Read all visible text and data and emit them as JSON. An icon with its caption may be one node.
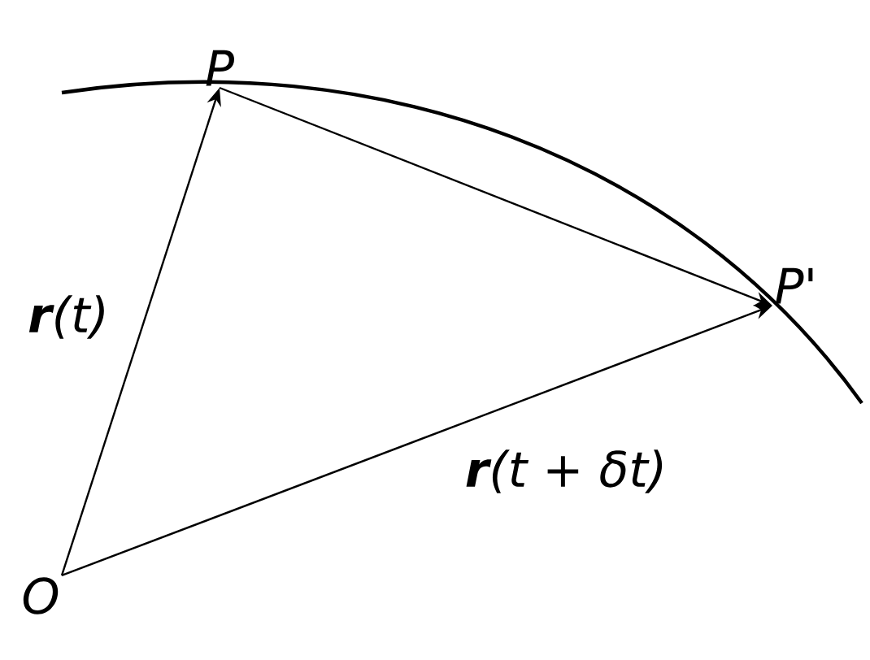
{
  "diagram": {
    "nodes": [
      {
        "text": [
          "O"
        ]
      },
      {
        "text": [
          "P"
        ]
      },
      {
        "text": [
          "P'"
        ]
      }
    ],
    "edges": [
      {
        "from": 0,
        "to": 1,
        "arrow": "to",
        "label": "**r**(t)"
      },
      {
        "from": 0,
        "to": 2,
        "arrow": "to",
        "label": "**r**(t + δt)"
      },
      {
        "from": 1,
        "to": 2,
        "arrow": "to"
      }
    ]
  }
}
